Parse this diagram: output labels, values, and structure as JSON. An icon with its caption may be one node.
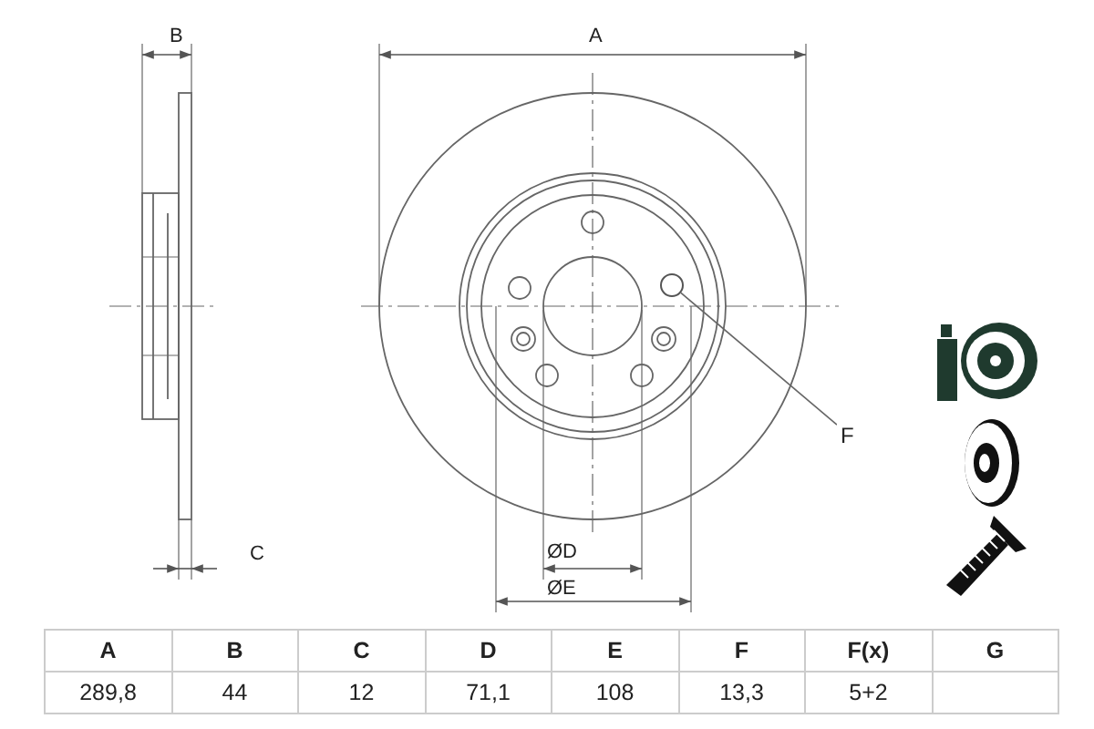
{
  "diagram": {
    "nodes": [
      {
        "text": [
          "F"
        ]
      },
      {
        "text": [],
        "shape": "circle"
      }
    ],
    "edges": [
      {
        "from": 0,
        "to": 1,
        "arrow": "none"
      }
    ],
    "labels": [
      "B",
      "A",
      "C",
      "ØD",
      "ØE",
      "A",
      "B",
      "C",
      "D",
      "E",
      "F",
      "F(x)",
      "G",
      "289,8",
      "44",
      "12",
      "71,1",
      "108",
      "13,3",
      "5+2"
    ]
  }
}
